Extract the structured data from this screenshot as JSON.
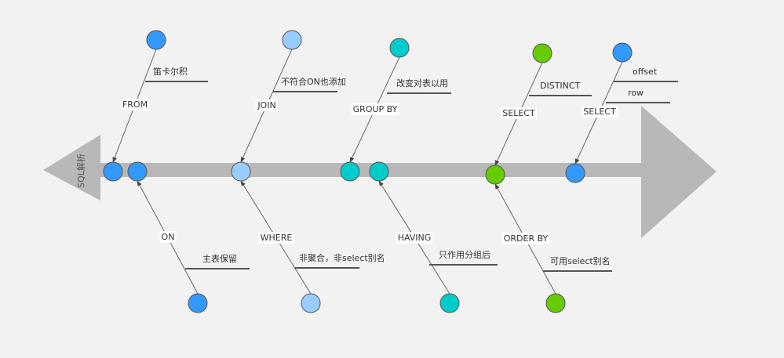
{
  "diagram": {
    "type": "fishbone",
    "head_label": "SQL解析",
    "colors": {
      "background": "#f2f2f2",
      "spine": "#b8b8b8",
      "line": "#555555",
      "branch": "#666666",
      "node_stroke": "#555555"
    },
    "palette": {
      "blue": "#3399ff",
      "light_blue": "#99ccff",
      "teal": "#00cccc",
      "green": "#66cc00"
    },
    "top_branches": [
      {
        "label": "FROM",
        "color": "blue",
        "notes": [
          "笛卡尔积"
        ]
      },
      {
        "label": "JOIN",
        "color": "light_blue",
        "notes": [
          "不符合ON也添加"
        ]
      },
      {
        "label": "GROUP BY",
        "color": "teal",
        "notes": [
          "改变对表以用"
        ]
      },
      {
        "label": "SELECT",
        "color": "green",
        "notes": [
          "DISTINCT"
        ]
      },
      {
        "label": "SELECT",
        "color": "blue",
        "notes": [
          "offset",
          "row"
        ]
      }
    ],
    "bottom_branches": [
      {
        "label": "ON",
        "color": "blue",
        "notes": [
          "主表保留"
        ]
      },
      {
        "label": "WHERE",
        "color": "light_blue",
        "notes": [
          "非聚合，非select别名"
        ]
      },
      {
        "label": "HAVING",
        "color": "teal",
        "notes": [
          "只作用分组后"
        ]
      },
      {
        "label": "ORDER BY",
        "color": "green",
        "notes": [
          "可用select别名"
        ]
      }
    ]
  }
}
